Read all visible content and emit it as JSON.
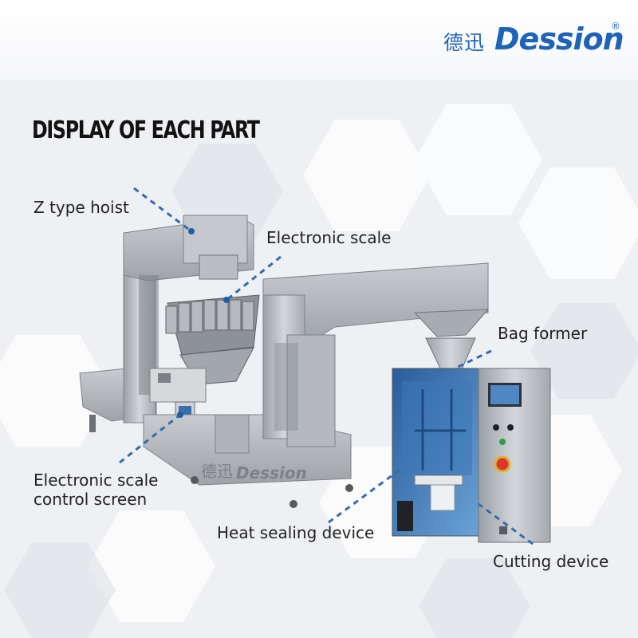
{
  "brand": {
    "name_cn": "德迅",
    "name_en": "Dession",
    "registered": "®",
    "accent_color": "#1f63b8"
  },
  "heading": "DISPLAY OF EACH PART",
  "labels": {
    "z_type_hoist": "Z type hoist",
    "electronic_scale": "Electronic scale",
    "bag_former": "Bag former",
    "control_screen_line1": "Electronic scale",
    "control_screen_line2": "control screen",
    "heat_sealing": "Heat sealing device",
    "cutting": "Cutting device"
  },
  "machine_brand": {
    "name_cn": "德迅",
    "name_en": "Dession"
  }
}
